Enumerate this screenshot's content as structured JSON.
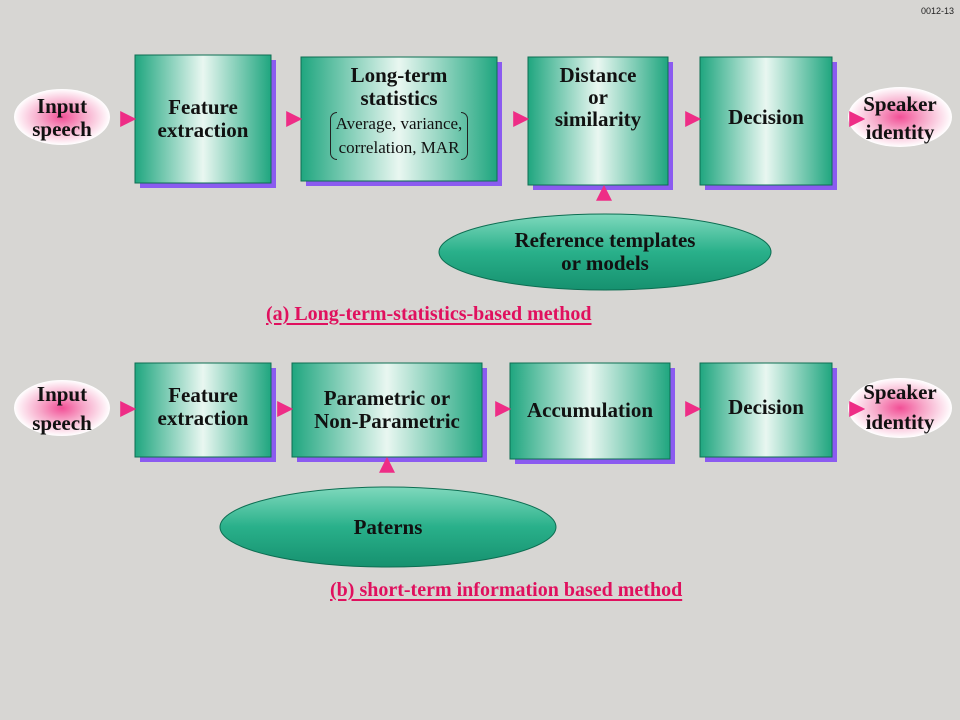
{
  "slide_id": "0012-13",
  "section_a": {
    "input": [
      "Input",
      "speech"
    ],
    "feature": [
      "Feature",
      "extraction"
    ],
    "longterm": [
      "Long-term",
      "statistics"
    ],
    "longterm_sub": [
      "Average, variance,",
      "correlation, MAR"
    ],
    "distance": [
      "Distance",
      "or",
      "similarity"
    ],
    "decision": "Decision",
    "output": [
      "Speaker",
      "identity"
    ],
    "reference": [
      "Reference templates",
      "or models"
    ],
    "caption": "(a) Long-term-statistics-based method"
  },
  "section_b": {
    "input": [
      "Input",
      "speech"
    ],
    "feature": [
      "Feature",
      "extraction"
    ],
    "parametric": [
      "Parametric or",
      "Non-Parametric"
    ],
    "accumulation": "Accumulation",
    "decision": "Decision",
    "output": [
      "Speaker",
      "identity"
    ],
    "patterns": "Paterns",
    "caption": "(b) short-term information based method"
  },
  "colors": {
    "box_start": "#1fa67f",
    "box_mid": "#e9f7f1",
    "shadow": "#8b5bf0",
    "arrow": "#ee2d86",
    "ellipse_pink": "#f24f96",
    "caption": "#e0105e"
  }
}
